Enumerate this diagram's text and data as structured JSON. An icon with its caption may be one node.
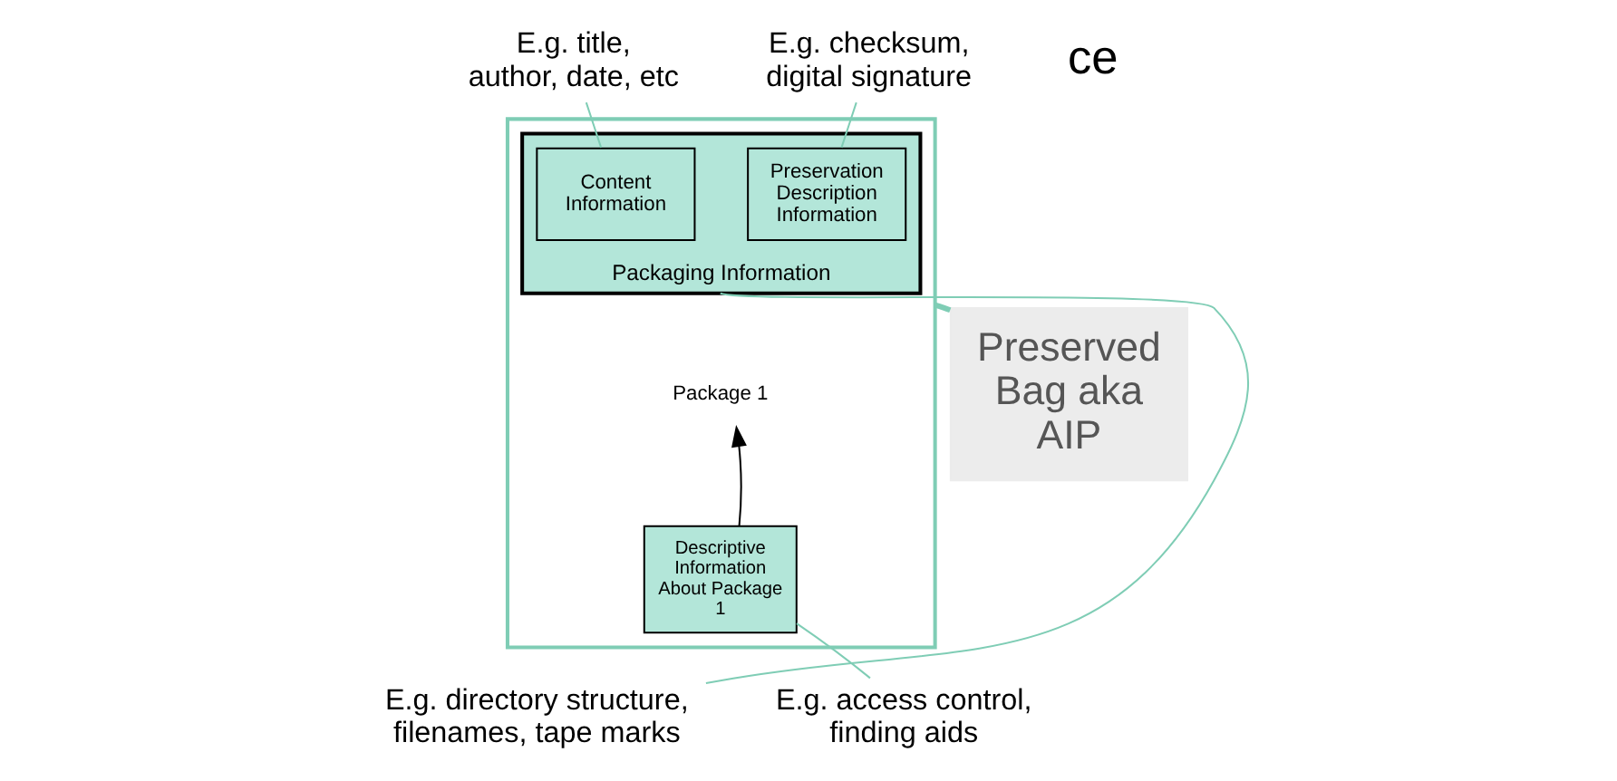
{
  "diagram": {
    "nodes": [
      {
        "text": [],
        "shape": "box"
      },
      {
        "text": [
          "Packaging Information"
        ],
        "in": 0
      },
      {
        "text": [
          "Content Information"
        ],
        "in": 1
      },
      {
        "text": [
          "Preservation Description Information"
        ],
        "in": 1
      },
      {
        "text": [
          "Package 1"
        ],
        "in": 0
      },
      {
        "text": [
          "Descriptive Information About Package 1"
        ],
        "in": 0
      },
      {
        "text": [
          "Preserved Bag aka AIP"
        ]
      },
      {
        "text": [
          "E.g. title, author, date, etc"
        ]
      },
      {
        "text": [
          "E.g. checksum, digital signature"
        ]
      },
      {
        "text": [
          "E.g. directory structure, filenames, tape marks"
        ]
      },
      {
        "text": [
          "E.g. access control, finding aids"
        ]
      }
    ],
    "edges": [
      {
        "from": 5,
        "to": 4,
        "arrow": "to",
        "color": "#000000"
      },
      {
        "from": 7,
        "to": 2,
        "arrow": "none"
      },
      {
        "from": 8,
        "to": 3,
        "arrow": "none"
      },
      {
        "from": 9,
        "to": 1,
        "arrow": "none"
      },
      {
        "from": 10,
        "to": 5,
        "arrow": "none"
      },
      {
        "from": 0,
        "to": 6,
        "arrow": "none",
        "style": "thick"
      }
    ],
    "labels": [
      "ce"
    ]
  }
}
